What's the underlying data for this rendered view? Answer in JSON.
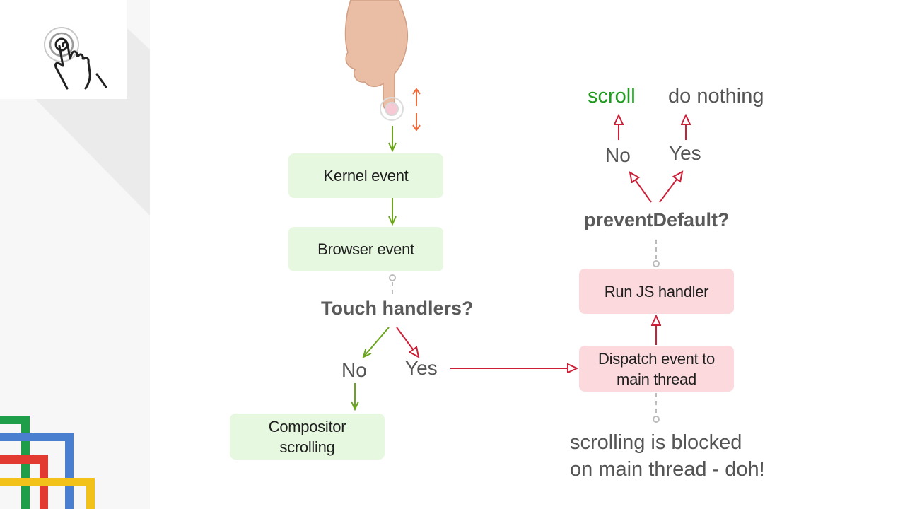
{
  "colors": {
    "green_box": "#e6f8df",
    "pink_box": "#fbd9dd",
    "green_arrow": "#6aa51c",
    "red_arrow": "#cc1f38",
    "gray_connector": "#bbbbbb",
    "scroll_green": "#1f9a1f"
  },
  "icons": {
    "corner": "touch-gesture-icon",
    "top": "pointing-finger-icon",
    "swipe": "swipe-up-down-icon"
  },
  "flow": {
    "kernel_event": "Kernel event",
    "browser_event": "Browser event",
    "touch_handlers_question": "Touch handlers?",
    "no_left": "No",
    "yes_left": "Yes",
    "compositor_scrolling": "Compositor\nscrolling",
    "dispatch_event": "Dispatch event to\nmain thread",
    "run_js_handler": "Run JS handler",
    "prevent_default_question": "preventDefault?",
    "no_right": "No",
    "yes_right": "Yes",
    "scroll_result": "scroll",
    "do_nothing_result": "do nothing",
    "blocked_note": "scrolling is blocked\non main thread - doh!"
  }
}
